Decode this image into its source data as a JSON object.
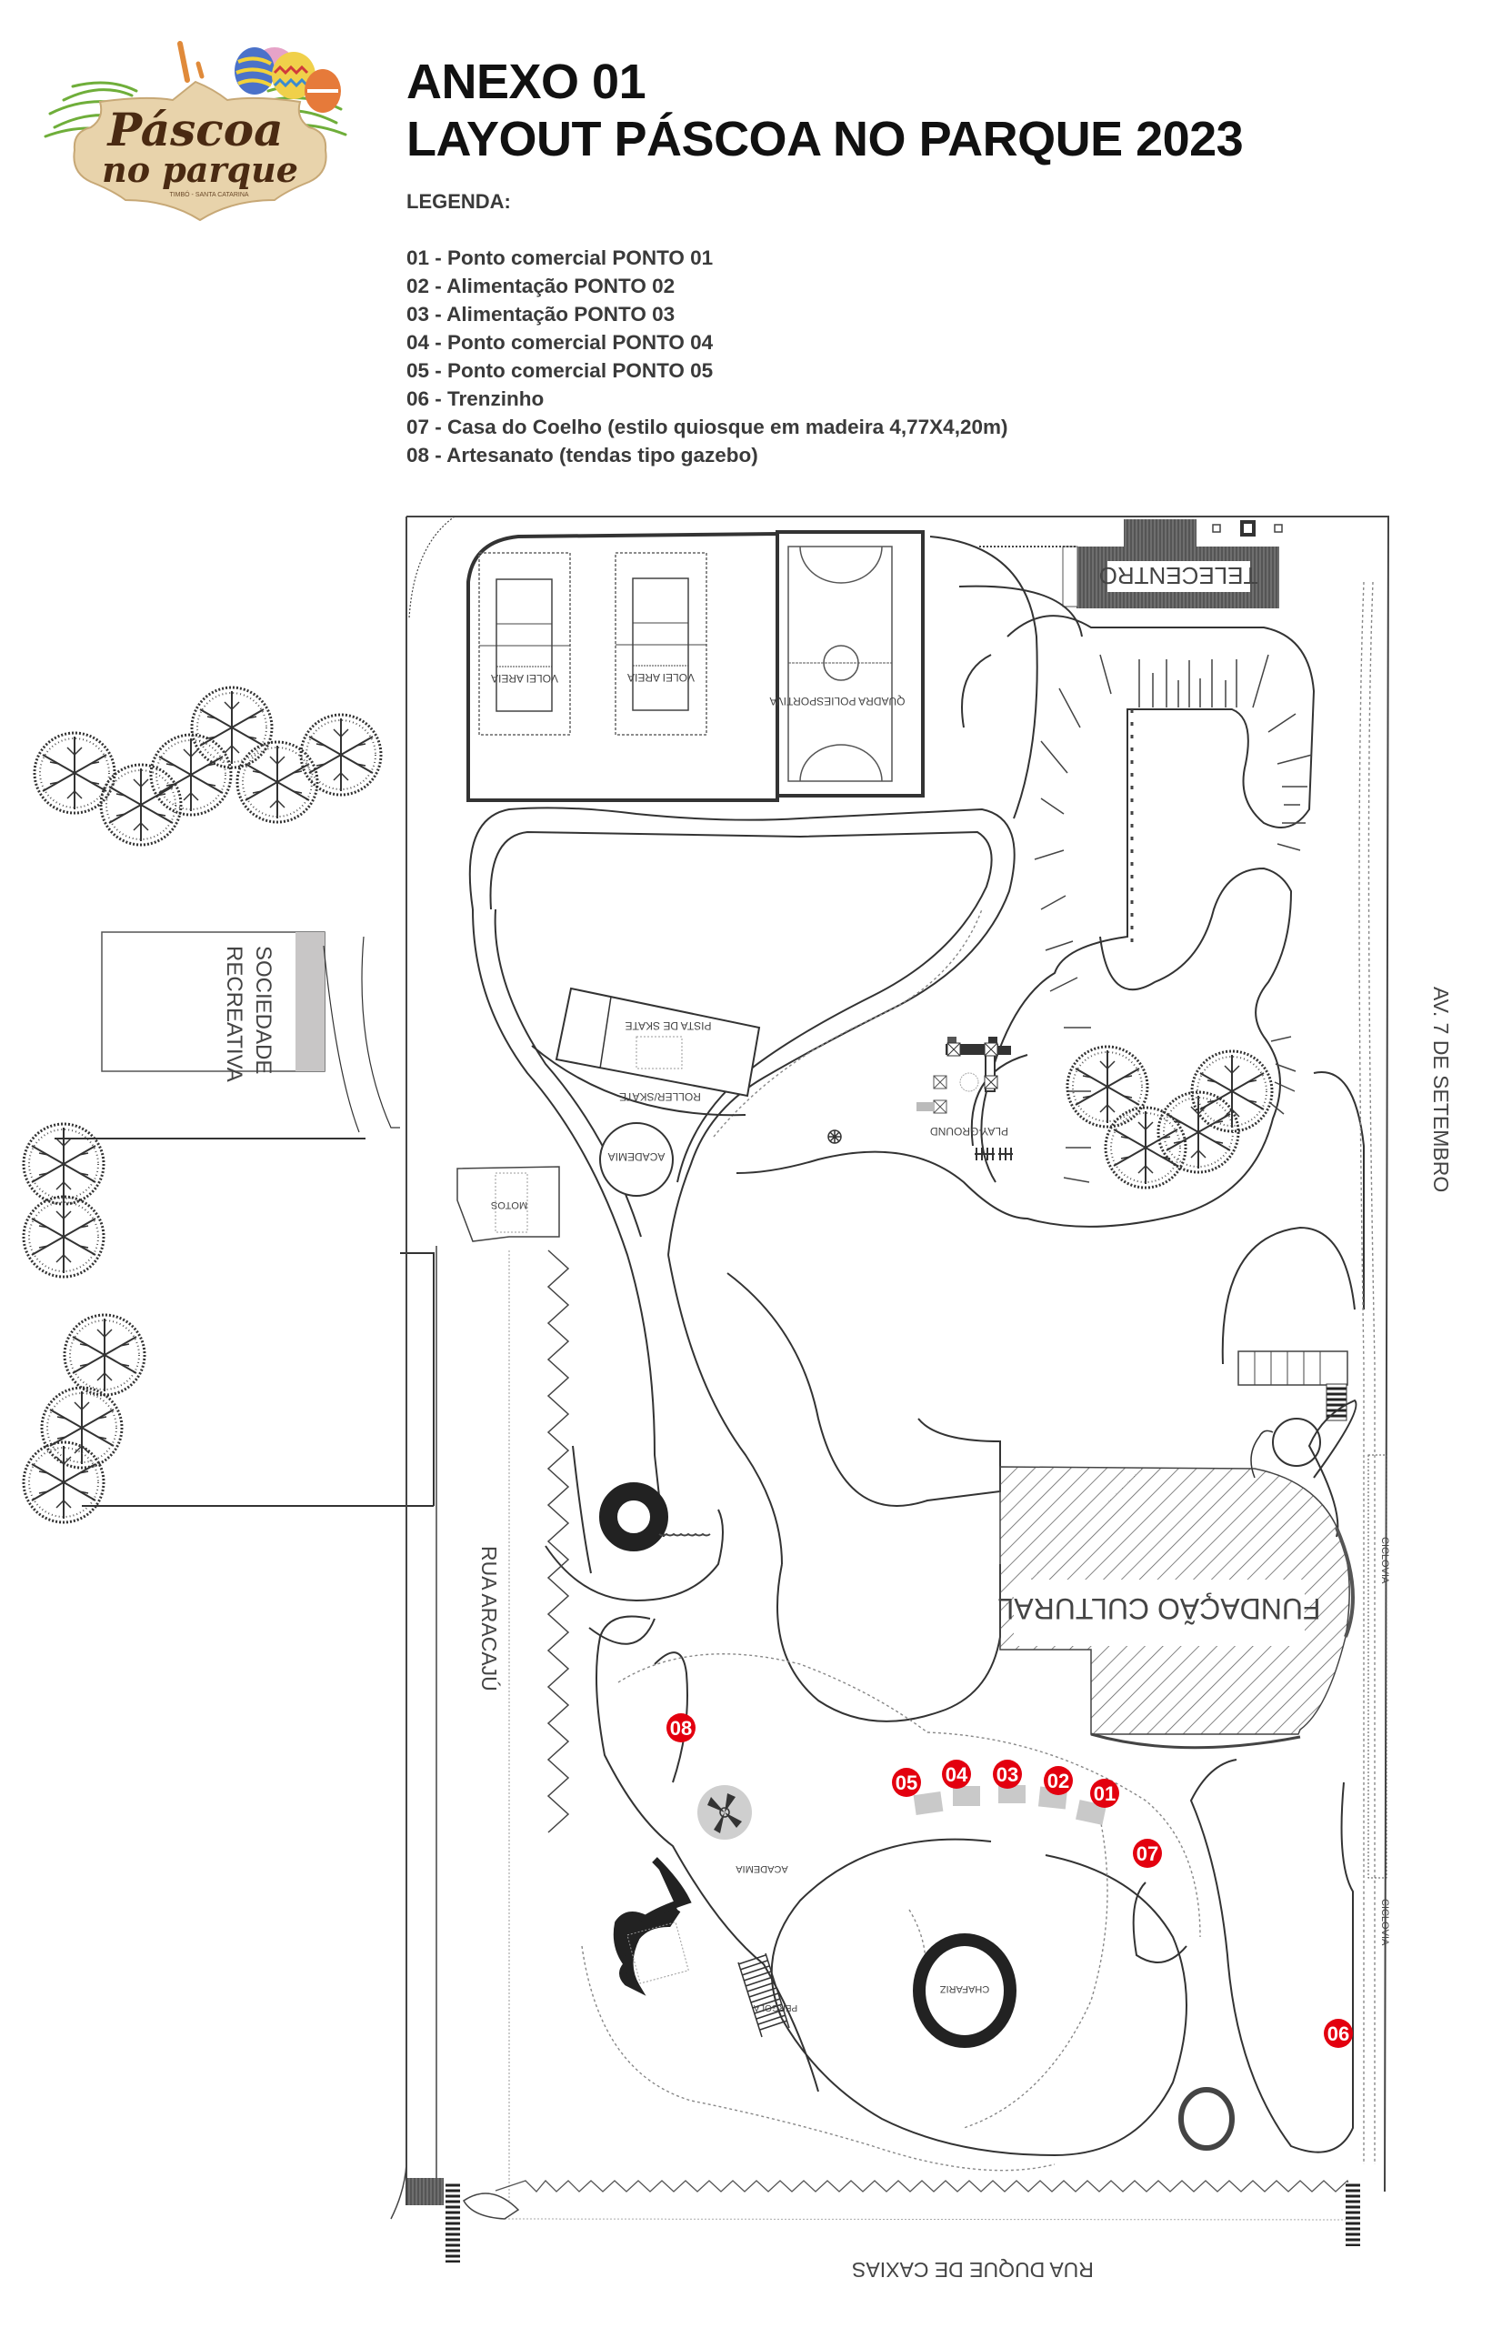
{
  "logo": {
    "line1": "Páscoa",
    "line2": "no parque",
    "tagline": "TIMBÓ - SANTA CATARINA"
  },
  "header": {
    "annex": "ANEXO 01",
    "title": "LAYOUT PÁSCOA NO PARQUE 2023"
  },
  "legend": {
    "heading": "LEGENDA:",
    "items": [
      {
        "code": "01",
        "text": "01 - Ponto comercial PONTO 01"
      },
      {
        "code": "02",
        "text": "02 - Alimentação PONTO 02"
      },
      {
        "code": "03",
        "text": "03 - Alimentação PONTO 03"
      },
      {
        "code": "04",
        "text": "04 - Ponto comercial PONTO 04"
      },
      {
        "code": "05",
        "text": "05 - Ponto comercial PONTO 05"
      },
      {
        "code": "06",
        "text": "06 - Trenzinho"
      },
      {
        "code": "07",
        "text": "07 - Casa do Coelho (estilo quiosque em madeira 4,77X4,20m)"
      },
      {
        "code": "08",
        "text": "08 - Artesanato (tendas tipo gazebo)"
      }
    ]
  },
  "map_labels": {
    "volei1": "VOLEI AREIA",
    "volei2": "VOLEI AREIA",
    "quadra": "QUADRA POLIESPORTIVA",
    "telecentro": "TELECENTRO",
    "sociedade_line1": "SOCIEDADE",
    "sociedade_line2": "RECREATIVA",
    "pista_skate": "PISTA DE SKATE",
    "roller": "ROLLER/SKATE",
    "academia1": "ACADEMIA",
    "playground": "PLAY-GROUND",
    "motos": "MOTOS",
    "av7": "AV. 7 DE SETEMBRO",
    "fundacao": "FUNDAÇÃO CULTURAL",
    "ciclovia1": "CICLOVIA",
    "ciclovia2": "CICLOVIA",
    "rua_aracaju": "RUA ARACAJÚ",
    "academia2": "ACADEMIA",
    "pergola": "PERGOLA",
    "chafariz": "CHAFARIZ",
    "rua_duque": "RUA DUQUE DE CAXIAS"
  },
  "markers": [
    {
      "code": "01",
      "label": "01"
    },
    {
      "code": "02",
      "label": "02"
    },
    {
      "code": "03",
      "label": "03"
    },
    {
      "code": "04",
      "label": "04"
    },
    {
      "code": "05",
      "label": "05"
    },
    {
      "code": "06",
      "label": "06"
    },
    {
      "code": "07",
      "label": "07"
    },
    {
      "code": "08",
      "label": "08"
    }
  ],
  "colors": {
    "marker_red": "#e3000f",
    "stall_gray": "#c9c9c9",
    "wood": "#e8d3ab",
    "chocolate": "#4a2a12"
  }
}
